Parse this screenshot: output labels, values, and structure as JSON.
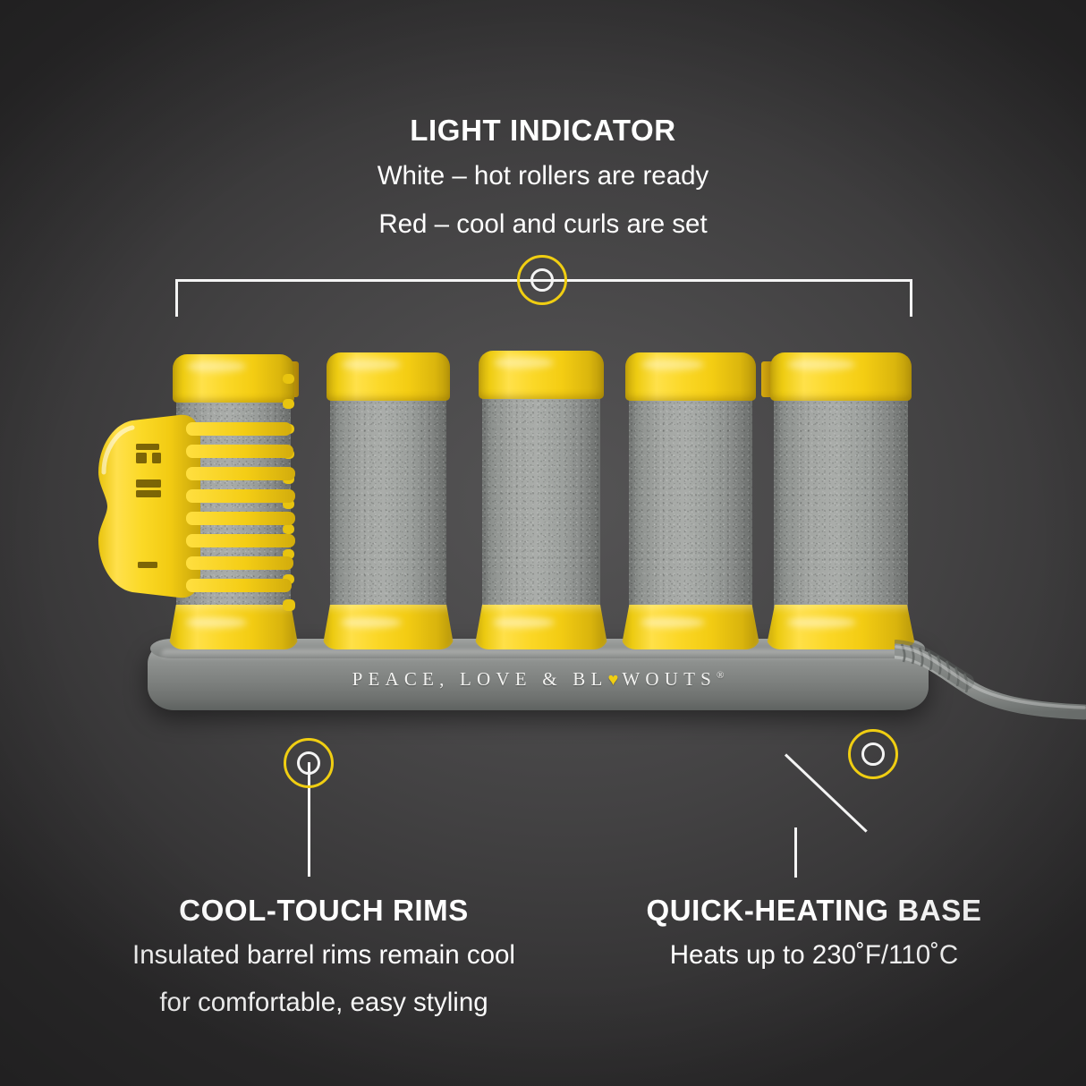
{
  "product": {
    "brand_text_parts": {
      "before": "PEACE, LOVE & BL",
      "heart_glyph": "♥",
      "after": "WOUTS",
      "registered": "®"
    },
    "roller_count": 5,
    "colors": {
      "yellow": "#f0ce12",
      "barrel_gray": "#9ca09d",
      "base_gray": "#8a8d8b",
      "background_dark": "#3a393a",
      "callout_white": "#f4f4f4"
    }
  },
  "callouts": [
    {
      "id": "light-indicator",
      "heading": "LIGHT INDICATOR",
      "lines": [
        "White – hot rollers are ready",
        "Red – cool and curls are set"
      ]
    },
    {
      "id": "cool-touch-rims",
      "heading": "COOL-TOUCH RIMS",
      "lines": [
        "Insulated barrel rims remain cool",
        "for comfortable, easy styling"
      ]
    },
    {
      "id": "quick-heating-base",
      "heading": "QUICK-HEATING BASE",
      "lines": [
        "Heats up to 230˚F/110˚C"
      ]
    }
  ]
}
